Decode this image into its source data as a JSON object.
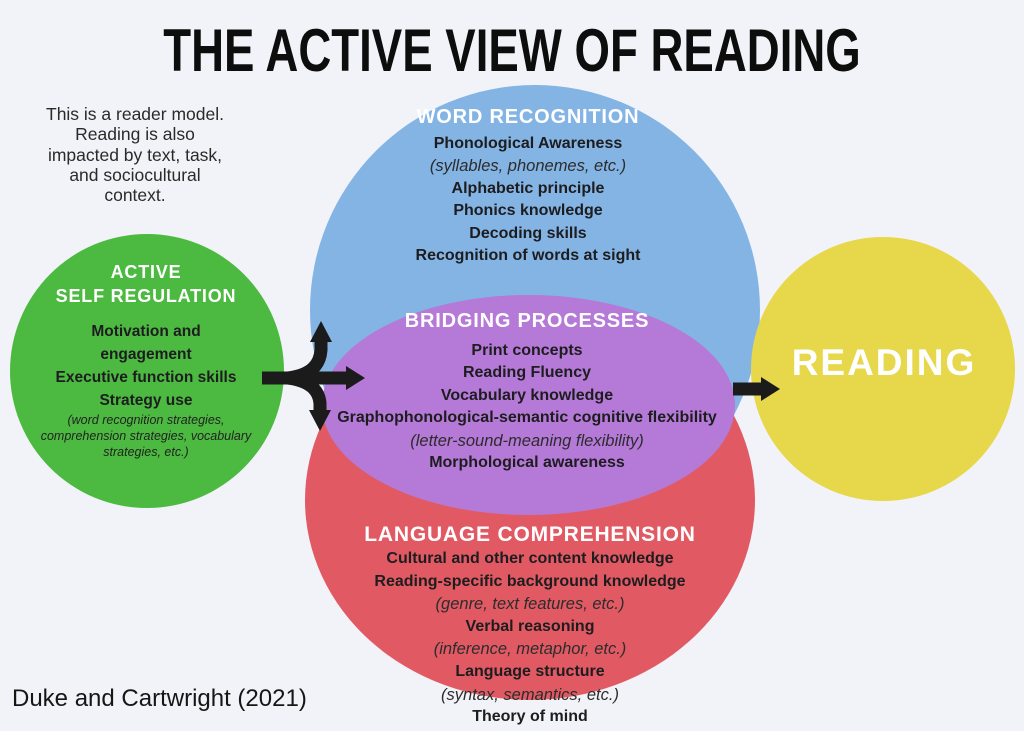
{
  "title": "THE ACTIVE VIEW OF READING",
  "note_lines": [
    "This is a reader model.",
    "Reading is also",
    "impacted by text, task,",
    "and sociocultural",
    "context."
  ],
  "credit": "Duke and Cartwright (2021)",
  "colors": {
    "background": "#f2f3f8",
    "green": "#4cba40",
    "blue": "#84b4e4",
    "purple": "#b579d7",
    "red": "#e15a63",
    "yellow": "#e7d74b",
    "arrow": "#1b1b1b",
    "text": "#1d1d1f",
    "heading": "#ffffff"
  },
  "active_self_regulation": {
    "heading_lines": [
      "ACTIVE",
      "SELF REGULATION"
    ],
    "items": [
      {
        "text": "Motivation and",
        "style": "bold"
      },
      {
        "text": "engagement",
        "style": "bold"
      },
      {
        "text": "Executive function skills",
        "style": "bold"
      },
      {
        "text": "Strategy use",
        "style": "bold"
      }
    ],
    "subitem_lines": [
      "(word recognition strategies,",
      "comprehension strategies, vocabulary",
      "strategies, etc.)"
    ]
  },
  "word_recognition": {
    "heading": "WORD RECOGNITION",
    "items": [
      {
        "text": "Phonological Awareness",
        "style": "bold"
      },
      {
        "text": "(syllables, phonemes, etc.)",
        "style": "italic"
      },
      {
        "text": "Alphabetic principle",
        "style": "bold"
      },
      {
        "text": "Phonics knowledge",
        "style": "bold"
      },
      {
        "text": "Decoding skills",
        "style": "bold"
      },
      {
        "text": "Recognition of words at sight",
        "style": "bold"
      }
    ]
  },
  "bridging_processes": {
    "heading": "BRIDGING PROCESSES",
    "items": [
      {
        "text": "Print concepts",
        "style": "bold"
      },
      {
        "text": "Reading Fluency",
        "style": "bold"
      },
      {
        "text": "Vocabulary knowledge",
        "style": "bold"
      },
      {
        "text": "Graphophonological-semantic cognitive flexibility",
        "style": "bold"
      },
      {
        "text": "(letter-sound-meaning flexibility)",
        "style": "italic"
      },
      {
        "text": "Morphological awareness",
        "style": "bold"
      }
    ]
  },
  "language_comprehension": {
    "heading": "LANGUAGE COMPREHENSION",
    "items": [
      {
        "text": "Cultural and other content knowledge",
        "style": "bold"
      },
      {
        "text": "Reading-specific background knowledge",
        "style": "bold"
      },
      {
        "text": "(genre, text features, etc.)",
        "style": "italic"
      },
      {
        "text": "Verbal reasoning",
        "style": "bold"
      },
      {
        "text": "(inference, metaphor, etc.)",
        "style": "italic"
      },
      {
        "text": "Language structure",
        "style": "bold"
      },
      {
        "text": "(syntax, semantics, etc.)",
        "style": "italic"
      },
      {
        "text": "Theory of mind",
        "style": "bold"
      }
    ]
  },
  "reading": {
    "label": "READING"
  }
}
